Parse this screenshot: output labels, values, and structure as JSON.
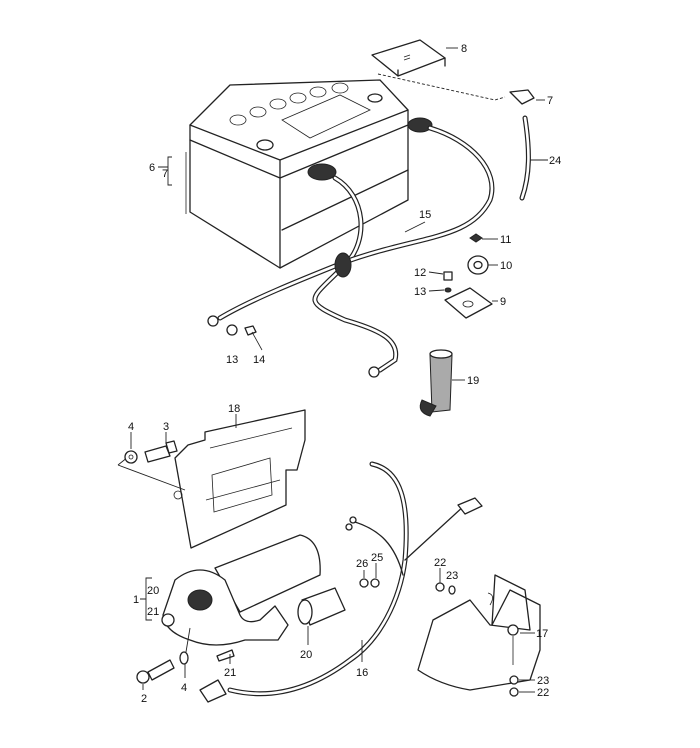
{
  "title": "Battery and starter motor parts diagram",
  "labels": {
    "p8": "8",
    "p7_top": "7",
    "p6": "6",
    "p7_bracket": "7",
    "p24": "24",
    "p15": "15",
    "p11": "11",
    "p10": "10",
    "p12": "12",
    "p13_upper": "13",
    "p9": "9",
    "p13_lower": "13",
    "p14": "14",
    "p19": "19",
    "p18": "18",
    "p4_upper": "4",
    "p3": "3",
    "p1": "1",
    "p20_bracket": "20",
    "p21_bracket": "21",
    "p26": "26",
    "p25": "25",
    "p22_upper": "22",
    "p23_upper": "23",
    "p17": "17",
    "p20_solenoid": "20",
    "p21_screw": "21",
    "p16": "16",
    "p4_lower": "4",
    "p2": "2",
    "p23_lower": "23",
    "p22_lower": "22"
  }
}
